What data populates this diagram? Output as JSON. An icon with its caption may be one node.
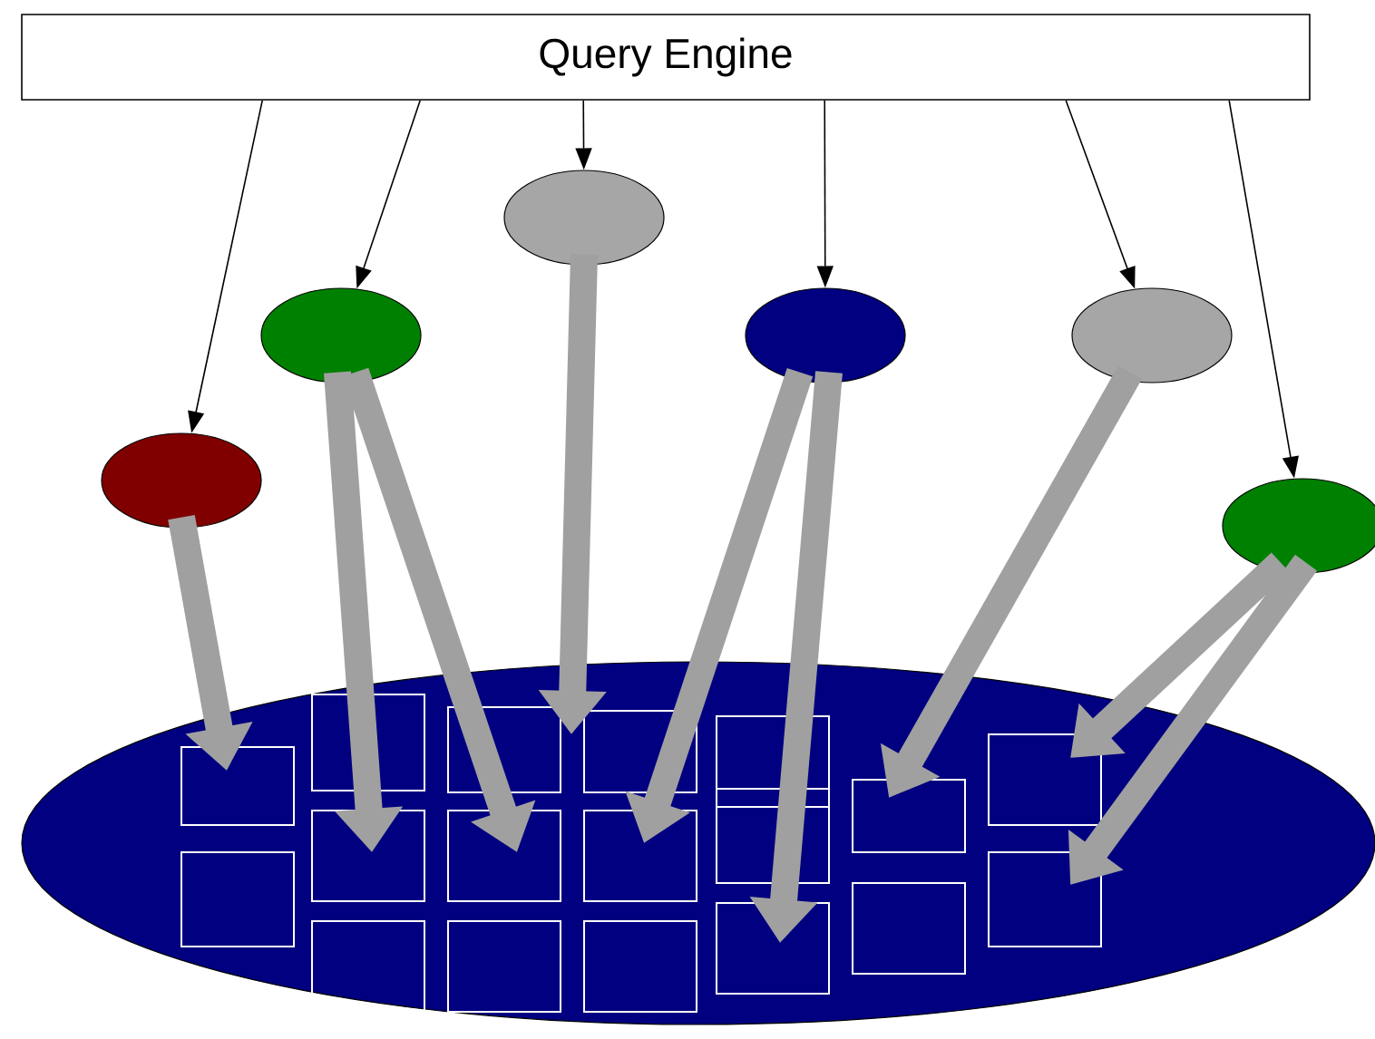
{
  "diagram": {
    "nodes": [
      {
        "text": [
          "Query Engine"
        ]
      },
      {
        "text": [],
        "shape": "circle"
      },
      {
        "text": [],
        "shape": "circle"
      },
      {
        "text": [],
        "shape": "circle"
      },
      {
        "text": [],
        "shape": "circle"
      },
      {
        "text": [],
        "shape": "circle"
      },
      {
        "text": [],
        "shape": "circle"
      },
      {
        "text": [],
        "shape": "ellipse"
      }
    ],
    "edges": [
      {
        "from": 0,
        "to": 1,
        "arrow": "to",
        "color": "#000000"
      },
      {
        "from": 0,
        "to": 2,
        "arrow": "to",
        "color": "#000000"
      },
      {
        "from": 0,
        "to": 3,
        "arrow": "to",
        "color": "#000000"
      },
      {
        "from": 0,
        "to": 4,
        "arrow": "to",
        "color": "#000000"
      },
      {
        "from": 0,
        "to": 5,
        "arrow": "to",
        "color": "#000000"
      },
      {
        "from": 0,
        "to": 6,
        "arrow": "to",
        "color": "#000000"
      },
      {
        "from": 1,
        "to": 7,
        "arrow": "to",
        "color": "#a0a0a0"
      },
      {
        "from": 2,
        "to": 7,
        "arrow": "to",
        "color": "#a0a0a0"
      },
      {
        "from": 2,
        "to": 7,
        "arrow": "to",
        "color": "#a0a0a0"
      },
      {
        "from": 3,
        "to": 7,
        "arrow": "to",
        "color": "#a0a0a0"
      },
      {
        "from": 4,
        "to": 7,
        "arrow": "to",
        "color": "#a0a0a0"
      },
      {
        "from": 4,
        "to": 7,
        "arrow": "to",
        "color": "#a0a0a0"
      },
      {
        "from": 5,
        "to": 7,
        "arrow": "to",
        "color": "#a0a0a0"
      },
      {
        "from": 6,
        "to": 7,
        "arrow": "to",
        "color": "#a0a0a0"
      },
      {
        "from": 6,
        "to": 7,
        "arrow": "to",
        "color": "#a0a0a0"
      }
    ]
  }
}
